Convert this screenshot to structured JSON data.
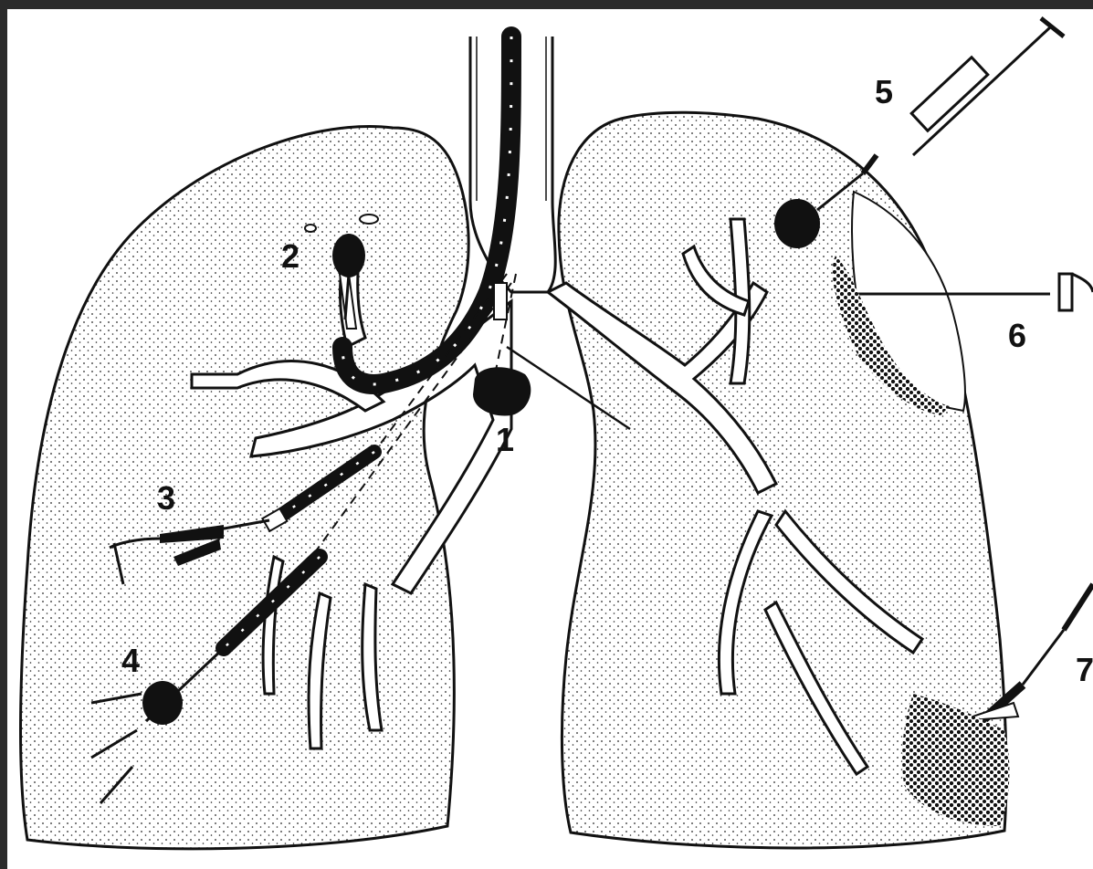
{
  "labels": {
    "l1": "1",
    "l2": "2",
    "l3": "3",
    "l4": "4",
    "l5": "5",
    "l6": "6",
    "l7": "7"
  },
  "colors": {
    "ink": "#111111",
    "paper": "#ffffff",
    "frame": "#2b2b2b"
  }
}
